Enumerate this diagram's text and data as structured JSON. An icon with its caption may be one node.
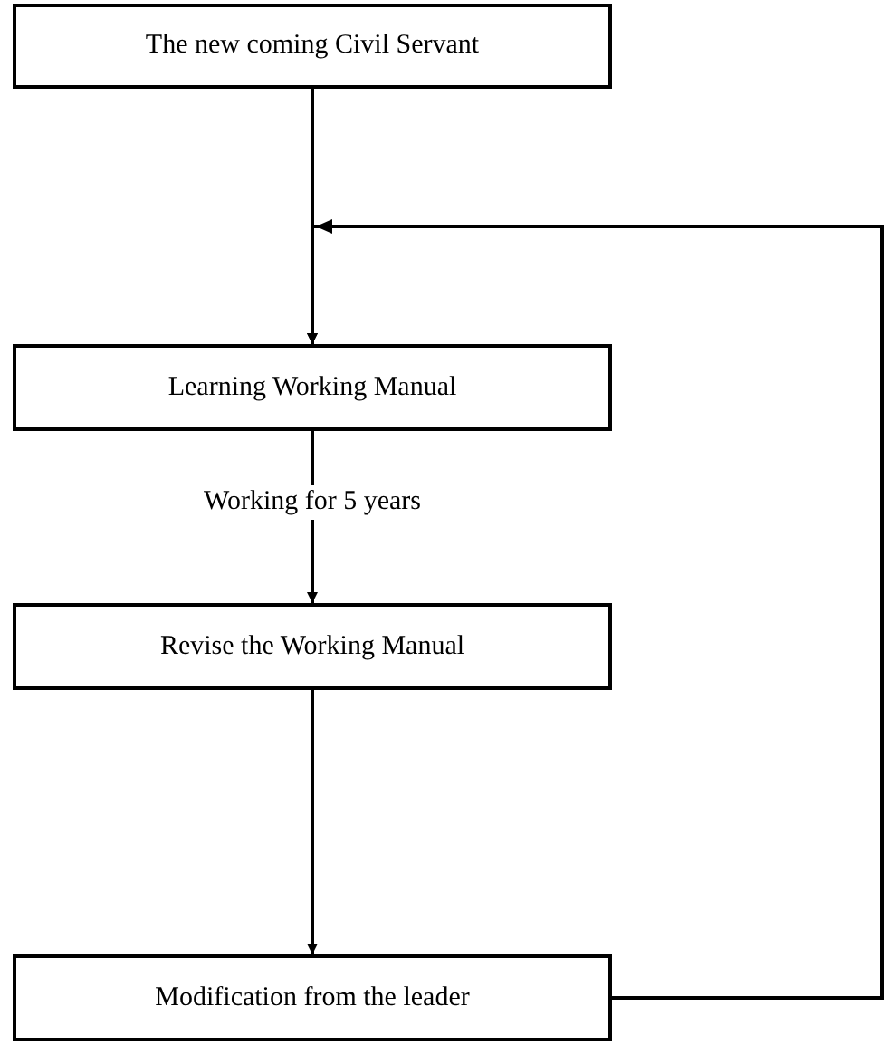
{
  "diagram": {
    "nodes": [
      {
        "text": [
          "The new coming Civil Servant"
        ]
      },
      {
        "text": [
          "Learning Working Manual"
        ]
      },
      {
        "text": [
          "Revise the Working Manual"
        ]
      },
      {
        "text": [
          "Modification from the leader"
        ]
      }
    ],
    "edges": [
      {
        "from": 0,
        "to": 1,
        "arrow": "to"
      },
      {
        "from": 1,
        "to": 2,
        "arrow": "to",
        "label": "Working for 5 years"
      },
      {
        "from": 2,
        "to": 3,
        "arrow": "to"
      },
      {
        "from": 3,
        "to": 1,
        "arrow": "to"
      }
    ]
  }
}
